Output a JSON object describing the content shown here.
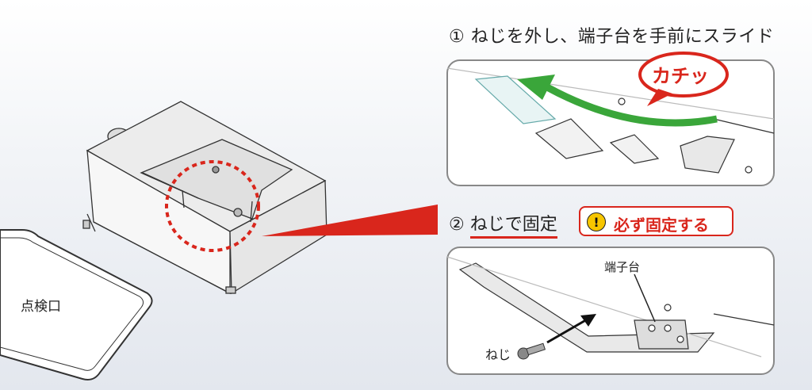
{
  "steps": {
    "step1_title": "① ねじを外し、端子台を手前にスライド",
    "step2_number": "②",
    "step2_title": "ねじで固定",
    "warning_text": "必ず固定する",
    "warning_icon": "exclamation-icon"
  },
  "labels": {
    "click_sound": "カチッ",
    "inspection_port": "点検口",
    "terminal_block": "端子台",
    "screw": "ねじ"
  },
  "colors": {
    "accent_red": "#d9261c",
    "arrow_green": "#3aa63a",
    "warning_yellow": "#f7c600"
  }
}
